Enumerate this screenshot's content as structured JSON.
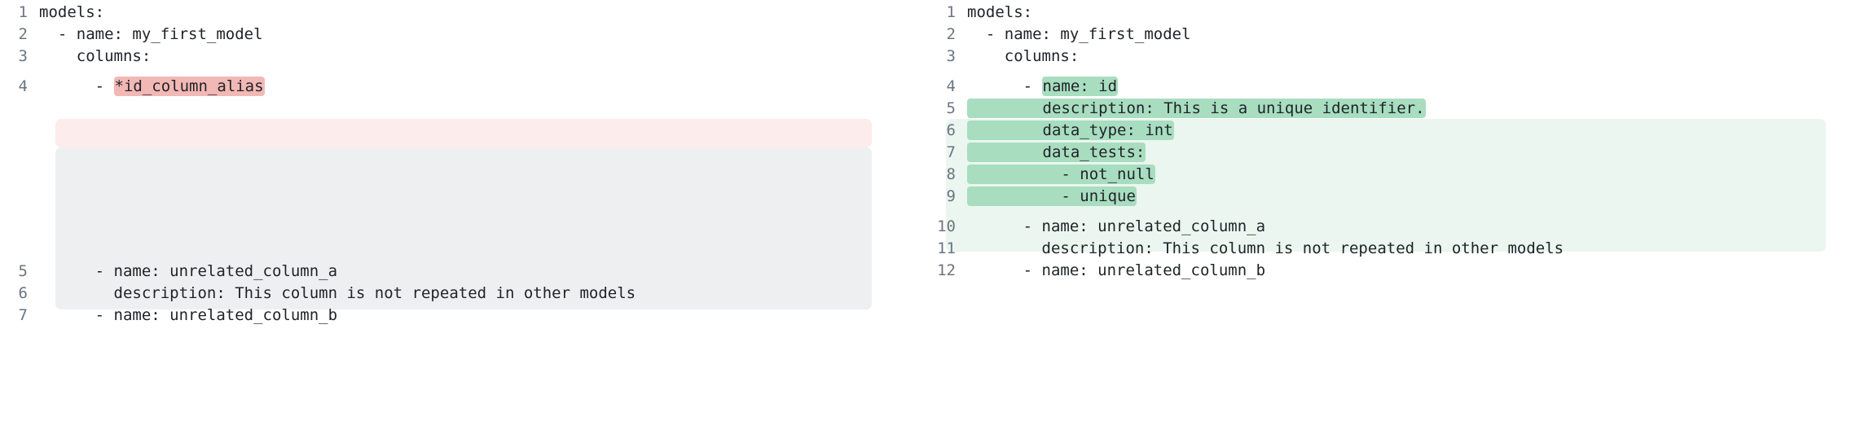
{
  "meta": {
    "view": "side-by-side-diff",
    "language": "yaml",
    "colors": {
      "removed_line_bg": "#fdecec",
      "removed_placeholder_bg": "#eeeff1",
      "removed_word_bg": "#f2b8b5",
      "added_block_bg": "#eaf6ef",
      "added_word_bg": "#a8ddc0",
      "line_number_fg": "#6b7681",
      "code_fg": "#1f2328",
      "page_bg": "#ffffff"
    }
  },
  "left_pane": {
    "name": "before",
    "lines": [
      {
        "number": "1",
        "segments": [
          {
            "text": "models:",
            "highlight": "none"
          }
        ],
        "state": "context"
      },
      {
        "number": "2",
        "segments": [
          {
            "text": "  - name: my_first_model",
            "highlight": "none"
          }
        ],
        "state": "context"
      },
      {
        "number": "3",
        "segments": [
          {
            "text": "    columns:",
            "highlight": "none"
          }
        ],
        "state": "context"
      },
      {
        "number": "4",
        "segments": [
          {
            "text": "      - ",
            "highlight": "none"
          },
          {
            "text": "*id_column_alias",
            "highlight": "word-removed"
          }
        ],
        "state": "removed"
      },
      {
        "number": "5",
        "segments": [
          {
            "text": "      - name: unrelated_column_a",
            "highlight": "none"
          }
        ],
        "state": "context"
      },
      {
        "number": "6",
        "segments": [
          {
            "text": "        description: This column is not repeated in other models",
            "highlight": "none"
          }
        ],
        "state": "context"
      },
      {
        "number": "7",
        "segments": [
          {
            "text": "      - name: unrelated_column_b",
            "highlight": "none"
          }
        ],
        "state": "context"
      }
    ]
  },
  "right_pane": {
    "name": "after",
    "lines": [
      {
        "number": "1",
        "segments": [
          {
            "text": "models:",
            "highlight": "none"
          }
        ],
        "state": "context"
      },
      {
        "number": "2",
        "segments": [
          {
            "text": "  - name: my_first_model",
            "highlight": "none"
          }
        ],
        "state": "context"
      },
      {
        "number": "3",
        "segments": [
          {
            "text": "    columns:",
            "highlight": "none"
          }
        ],
        "state": "context"
      },
      {
        "number": "4",
        "segments": [
          {
            "text": "      - ",
            "highlight": "none"
          },
          {
            "text": "name: id",
            "highlight": "word-added"
          }
        ],
        "state": "added"
      },
      {
        "number": "5",
        "segments": [
          {
            "text": "        description: This is a unique identifier.",
            "highlight": "word-added"
          }
        ],
        "state": "added"
      },
      {
        "number": "6",
        "segments": [
          {
            "text": "        data_type: int",
            "highlight": "word-added"
          }
        ],
        "state": "added"
      },
      {
        "number": "7",
        "segments": [
          {
            "text": "        data_tests:",
            "highlight": "word-added"
          }
        ],
        "state": "added"
      },
      {
        "number": "8",
        "segments": [
          {
            "text": "          - not_null",
            "highlight": "word-added"
          }
        ],
        "state": "added"
      },
      {
        "number": "9",
        "segments": [
          {
            "text": "          - unique",
            "highlight": "word-added"
          }
        ],
        "state": "added"
      },
      {
        "number": "10",
        "segments": [
          {
            "text": "      - name: unrelated_column_a",
            "highlight": "none"
          }
        ],
        "state": "context"
      },
      {
        "number": "11",
        "segments": [
          {
            "text": "        description: This column is not repeated in other models",
            "highlight": "none"
          }
        ],
        "state": "context"
      },
      {
        "number": "12",
        "segments": [
          {
            "text": "      - name: unrelated_column_b",
            "highlight": "none"
          }
        ],
        "state": "context"
      }
    ]
  }
}
